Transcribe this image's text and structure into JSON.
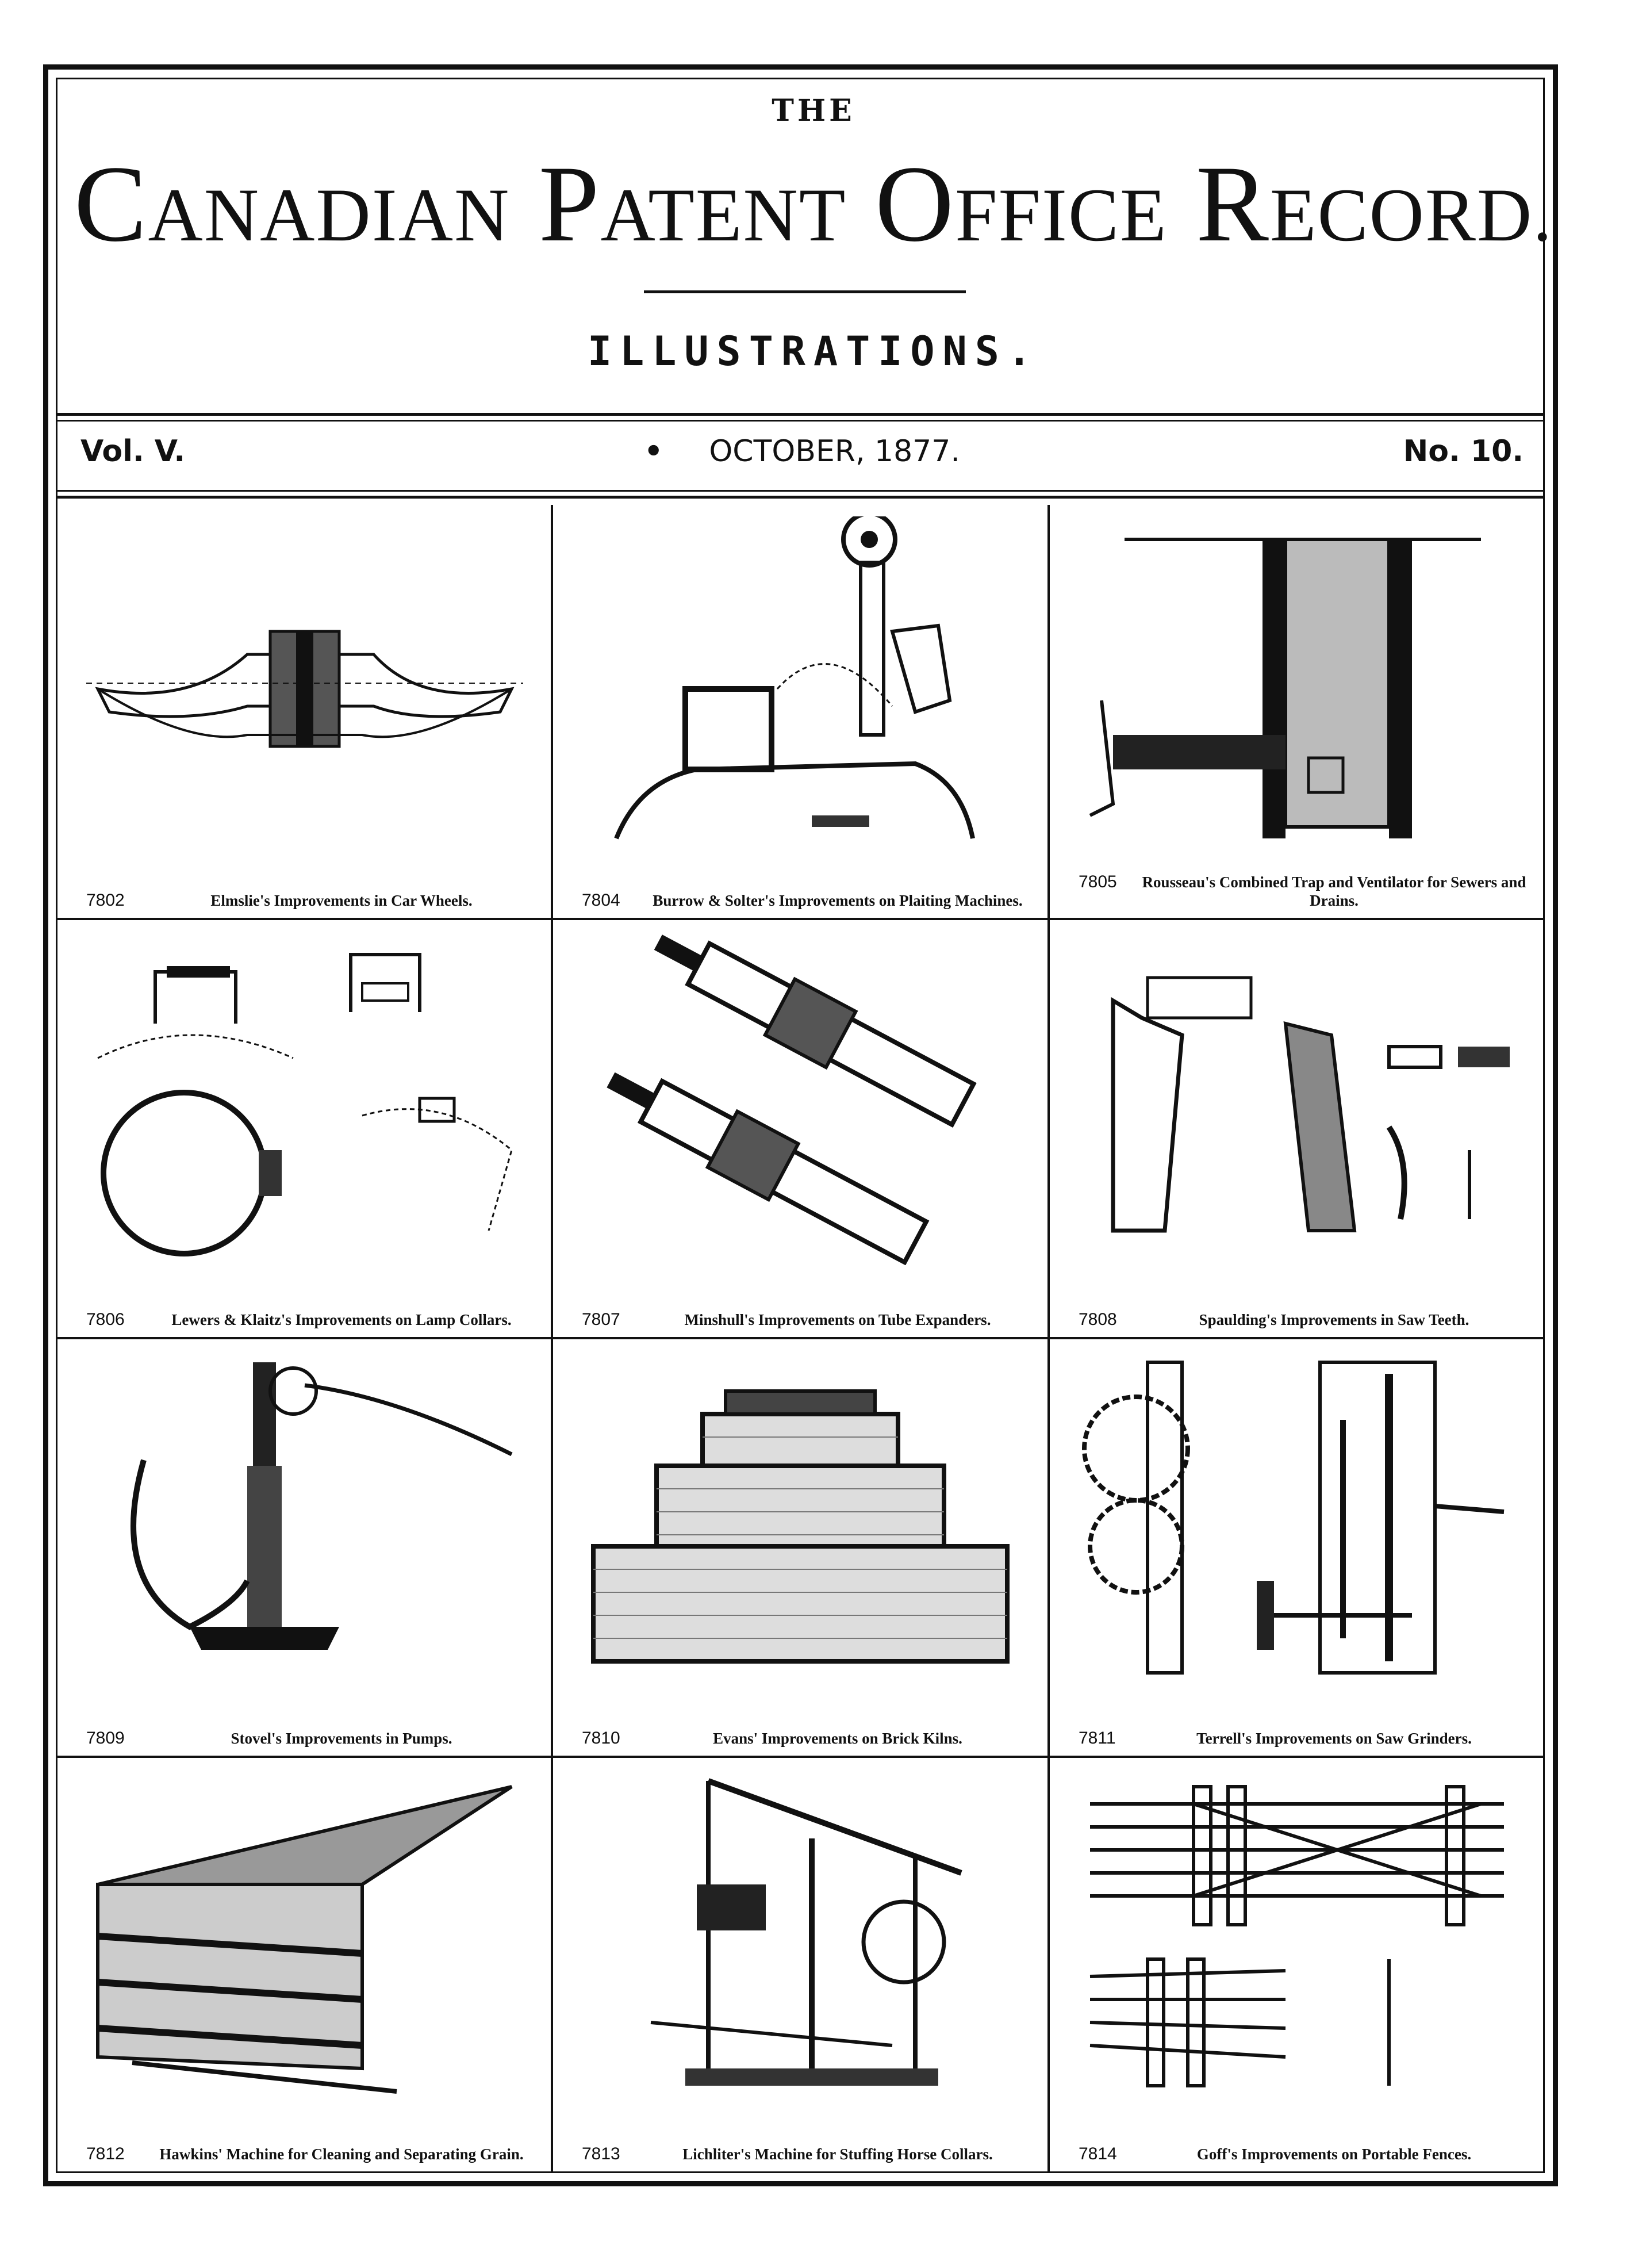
{
  "header": {
    "the": "THE",
    "title_words": [
      {
        "cap": "C",
        "rest": "ANADIAN"
      },
      {
        "cap": "P",
        "rest": "ATENT"
      },
      {
        "cap": "O",
        "rest": "FFICE"
      },
      {
        "cap": "R",
        "rest": "ECORD."
      }
    ],
    "subtitle": "ILLUSTRATIONS.",
    "volume": "Vol. V.",
    "date": "OCTOBER, 1877.",
    "number": "No. 10."
  },
  "patents": [
    {
      "number": "7802",
      "title": "Elmslie's Improvements in Car Wheels.",
      "icon": "car-wheel-drawing"
    },
    {
      "number": "7804",
      "title": "Burrow & Solter's Improvements on Plaiting Machines.",
      "icon": "plaiting-machine-drawing"
    },
    {
      "number": "7805",
      "title": "Rousseau's Combined Trap and Ventilator for Sewers and Drains.",
      "icon": "sewer-trap-drawing"
    },
    {
      "number": "7806",
      "title": "Lewers & Klaitz's Improvements on Lamp Collars.",
      "icon": "lamp-collar-drawing"
    },
    {
      "number": "7807",
      "title": "Minshull's Improvements on Tube Expanders.",
      "icon": "tube-expander-drawing"
    },
    {
      "number": "7808",
      "title": "Spaulding's Improvements in Saw Teeth.",
      "icon": "saw-teeth-drawing"
    },
    {
      "number": "7809",
      "title": "Stovel's Improvements in Pumps.",
      "icon": "pump-drawing"
    },
    {
      "number": "7810",
      "title": "Evans' Improvements on Brick Kilns.",
      "icon": "brick-kiln-drawing"
    },
    {
      "number": "7811",
      "title": "Terrell's Improvements on Saw Grinders.",
      "icon": "saw-grinder-drawing"
    },
    {
      "number": "7812",
      "title": "Hawkins' Machine for Cleaning and Separating Grain.",
      "icon": "grain-separator-drawing"
    },
    {
      "number": "7813",
      "title": "Lichliter's Machine for Stuffing Horse Collars.",
      "icon": "collar-stuffing-machine-drawing"
    },
    {
      "number": "7814",
      "title": "Goff's Improvements on Portable Fences.",
      "icon": "portable-fence-drawing"
    }
  ]
}
